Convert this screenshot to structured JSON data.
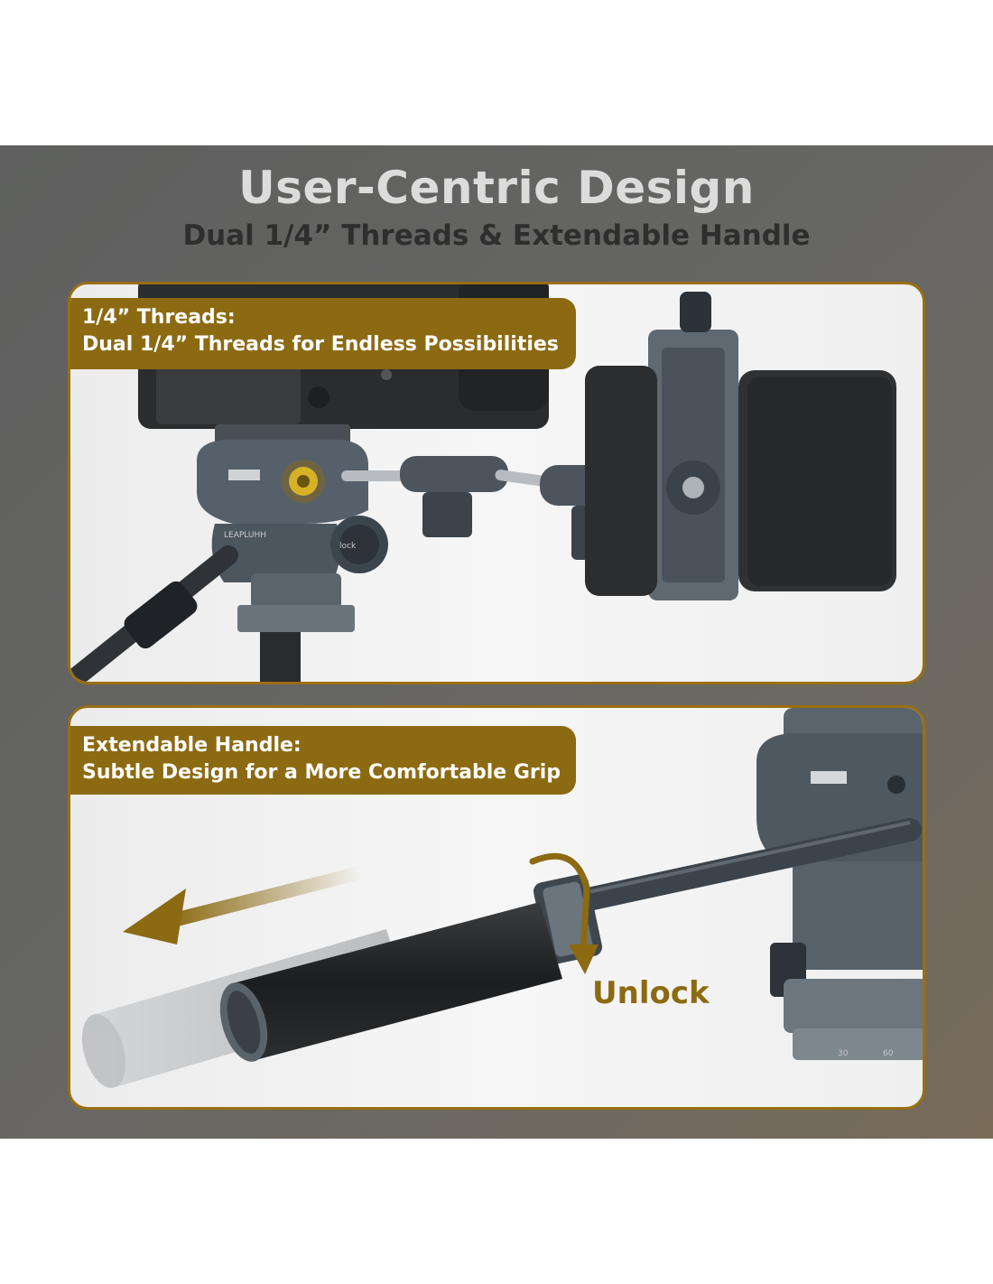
{
  "header": {
    "title": "User-Centric Design",
    "subtitle": "Dual 1/4” Threads & Extendable Handle"
  },
  "panels": [
    {
      "label_line1": "1/4” Threads:",
      "label_line2": "Dual 1/4” Threads for Endless Possibilities",
      "brand_marks": [
        "LEAPLUHH",
        "lock"
      ]
    },
    {
      "label_line1": "Extendable Handle:",
      "label_line2": "Subtle Design for a More Comfortable Grip",
      "annotation": "Unlock",
      "scale_marks": [
        "30",
        "60"
      ]
    }
  ],
  "colors": {
    "accent": "#8c6a12",
    "title": "#dcdcdc",
    "subtitle": "#2e2e2e",
    "background": "#656562"
  }
}
